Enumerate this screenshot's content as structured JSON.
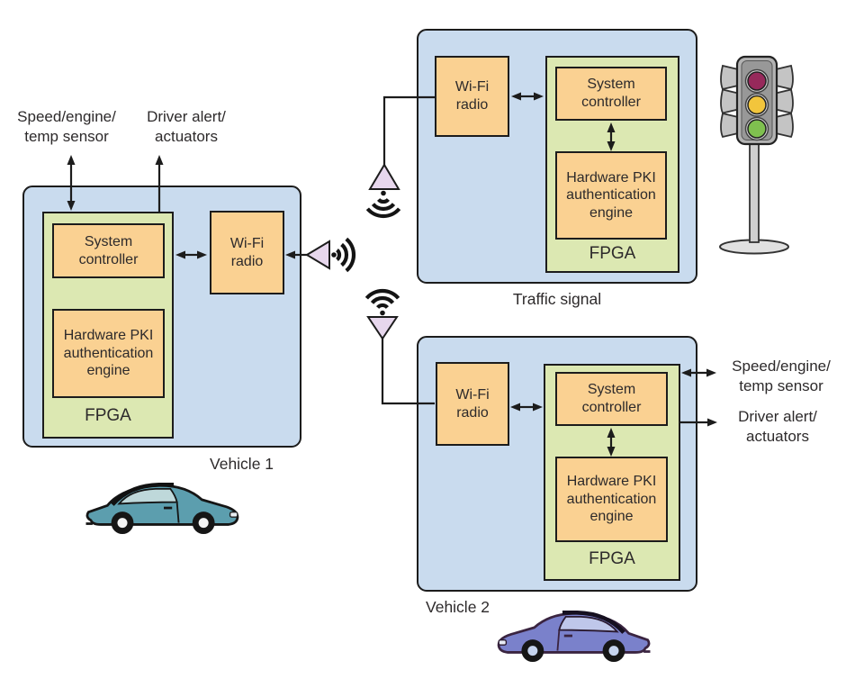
{
  "colors": {
    "block_fill": "#c9dbee",
    "fpga_fill": "#dce8b2",
    "module_fill": "#fad192",
    "antenna_fill": "#e7d7ed",
    "line": "#1c1c1c",
    "text": "#2d2a2b",
    "traffic_red": "#97295b",
    "traffic_yellow": "#f2c53c",
    "traffic_green": "#7fc04f",
    "car1_body": "#5c9eae",
    "car2_body": "#7a81cb"
  },
  "icons": {
    "antenna": "antenna-triangle-icon",
    "wifi": "wifi-waves-icon",
    "traffic_light": "traffic-light-icon",
    "car": "car-icon"
  },
  "blocks": {
    "vehicle1": {
      "caption": "Vehicle 1",
      "wifi_radio_label": "Wi-Fi radio",
      "system_controller_label": "System controller",
      "pki_label": "Hardware PKI authentication engine",
      "fpga_label": "FPGA",
      "sensor_label": "Speed/engine/\ntemp sensor",
      "actuator_label": "Driver alert/\nactuators"
    },
    "traffic_signal": {
      "caption": "Traffic signal",
      "wifi_radio_label": "Wi-Fi radio",
      "system_controller_label": "System controller",
      "pki_label": "Hardware PKI authentication engine",
      "fpga_label": "FPGA"
    },
    "vehicle2": {
      "caption": "Vehicle 2",
      "wifi_radio_label": "Wi-Fi radio",
      "system_controller_label": "System controller",
      "pki_label": "Hardware PKI authentication engine",
      "fpga_label": "FPGA",
      "sensor_label": "Speed/engine/\ntemp sensor",
      "actuator_label": "Driver alert/\nactuators"
    }
  }
}
